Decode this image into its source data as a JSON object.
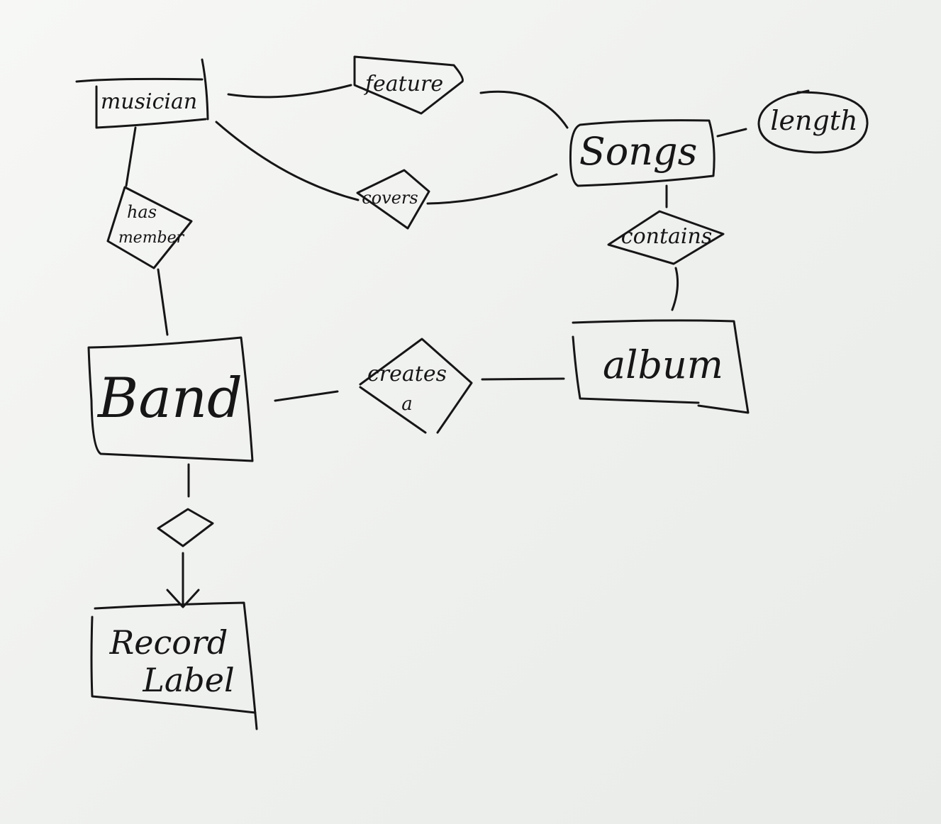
{
  "entities": {
    "musician": "musician",
    "songs": "Songs",
    "band": "Band",
    "album": "album",
    "record_label_line1": "Record",
    "record_label_line2": "Label"
  },
  "attributes": {
    "length": "length"
  },
  "relationships": {
    "feature": "feature",
    "covers": "covers",
    "has_member_line1": "has",
    "has_member_line2": "member",
    "contains": "contains",
    "creates_line1": "creates",
    "creates_line2": "a"
  },
  "colors": {
    "ink": "#161616",
    "board": "#f4f5f3"
  }
}
